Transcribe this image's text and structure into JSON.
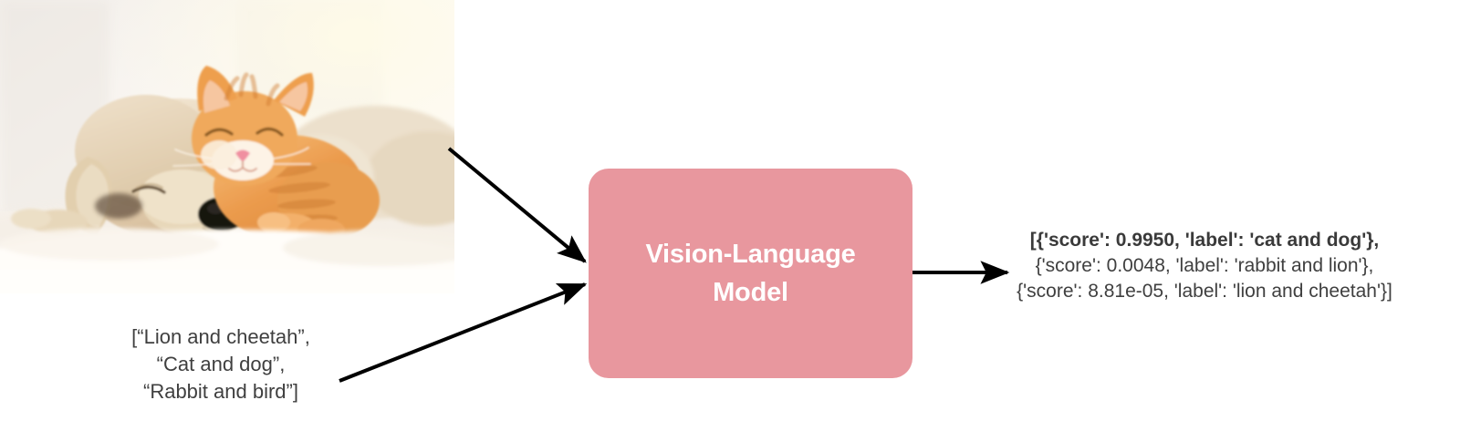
{
  "figure": {
    "input_image": {
      "alt": "Sleeping cream-colored puppy and orange tabby kitten cuddling on a white blanket",
      "subjects": [
        "puppy",
        "kitten"
      ]
    },
    "prompt_lines": [
      "[“Lion and cheetah”,",
      "“Cat and dog”,",
      "“Rabbit and bird”]"
    ],
    "model": {
      "title_line1": "Vision-Language",
      "title_line2": "Model",
      "box_color": "#e8979e",
      "text_color": "#ffffff"
    },
    "output_lines": [
      {
        "text": "[{'score': 0.9950, 'label': 'cat and dog'},",
        "bold": true
      },
      {
        "text": "{'score': 0.0048, 'label': 'rabbit and lion'},",
        "bold": false
      },
      {
        "text": "{'score': 8.81e-05, 'label': 'lion and cheetah'}]",
        "bold": false
      }
    ],
    "arrows": [
      {
        "name": "image-to-model-arrow",
        "from": "input-image",
        "to": "model-box"
      },
      {
        "name": "prompt-to-model-arrow",
        "from": "prompt-text",
        "to": "model-box"
      },
      {
        "name": "model-to-output-arrow",
        "from": "model-box",
        "to": "output-text"
      }
    ],
    "colors": {
      "text": "#3f3f3f",
      "arrow": "#000000",
      "background": "#ffffff"
    }
  }
}
